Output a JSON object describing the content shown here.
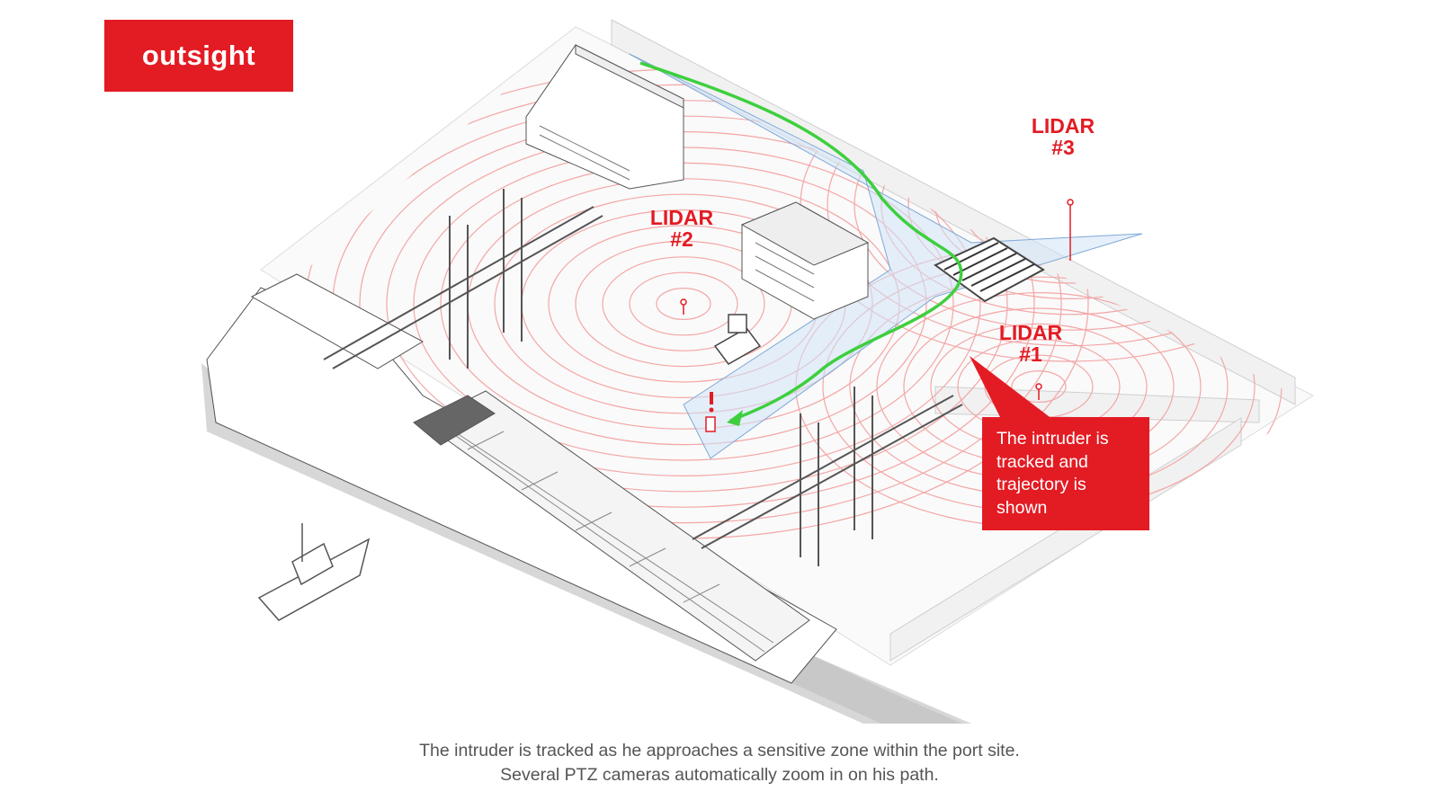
{
  "logo": {
    "text": "outsight"
  },
  "lidars": [
    {
      "label": "LIDAR\n#1"
    },
    {
      "label": "LIDAR\n#2"
    },
    {
      "label": "LIDAR\n#3"
    }
  ],
  "callout": {
    "text": "The intruder is tracked and trajectory is shown"
  },
  "caption": {
    "line1": "The intruder is tracked as he approaches a sensitive zone within the port site.",
    "line2": "Several PTZ cameras automatically zoom in on his path."
  },
  "colors": {
    "brand_red": "#e31b23",
    "trajectory_green": "#3ecf3e",
    "zone_blue": "#cfe3f7",
    "ring_pink": "#f4a6a6"
  },
  "icons": [
    "alert-icon",
    "intruder-icon"
  ]
}
